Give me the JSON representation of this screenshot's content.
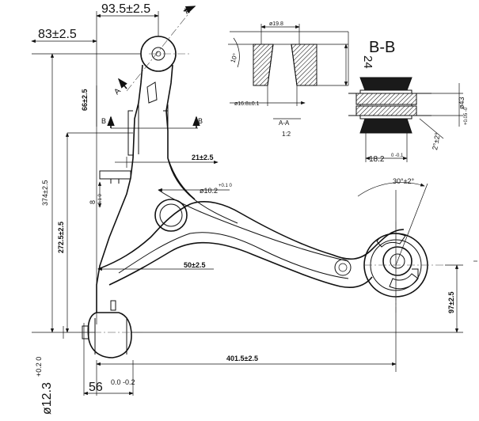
{
  "dimensions": {
    "d_93_5": "93.5±2.5",
    "d_83": "83±2.5",
    "d_374": "374±2.5",
    "d_272_5": "272.5±2.5",
    "d_66": "66±2.5",
    "d_21": "21±2.5",
    "d_8": "8",
    "d_8_tol": "+0.1 0",
    "d_10_2": "ø10.2",
    "d_10_2_tol": "+0.1 0",
    "d_50": "50±2.5",
    "d_401_5": "401.5±2.5",
    "d_97": "97±2.5",
    "d_12_3": "ø12.3",
    "d_12_3_tol": "+0.2 0",
    "d_56": "56",
    "d_56_tol": "0.0 -0.2",
    "d_30": "30°±2°",
    "d_19_8": "ø19.8",
    "d_16_8": "ø16.8±0.1",
    "d_10deg": "10°",
    "d_24": "24",
    "d_43": "ø43",
    "d_43_tol": "+0.05 -0",
    "d_18_2": "18.2",
    "d_18_2_tol": "0 -0.1",
    "d_2deg": "2°±2°"
  },
  "labels": {
    "a_left": "A",
    "a_right": "A",
    "b_left": "B",
    "b_right": "B",
    "section_bb": "B-B",
    "section_aa": "A-A",
    "scale": "1:2"
  }
}
